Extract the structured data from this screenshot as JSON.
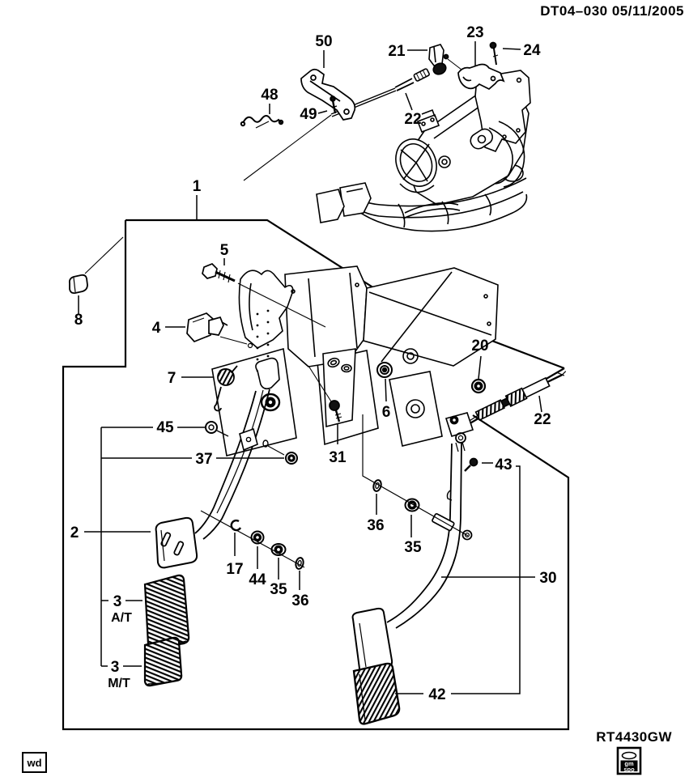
{
  "header": {
    "code_date": "DT04–030 05/11/2005"
  },
  "footer": {
    "sheet_code": "RT4430GW",
    "stamp_wd": "wd",
    "logo_line1": "gm",
    "logo_line2": "spo"
  },
  "callouts": {
    "l1": "1",
    "l2": "2",
    "l3_at": "3",
    "l3_at_note": "A/T",
    "l3_mt": "3",
    "l3_mt_note": "M/T",
    "l4": "4",
    "l5": "5",
    "l6": "6",
    "l7": "7",
    "l8": "8",
    "l17": "17",
    "l20": "20",
    "l21": "21",
    "l22_top": "22",
    "l22_side": "22",
    "l23": "23",
    "l24": "24",
    "l30": "30",
    "l31": "31",
    "l35_left": "35",
    "l35_right": "35",
    "l36_left": "36",
    "l36_right": "36",
    "l37": "37",
    "l42": "42",
    "l43": "43",
    "l44": "44",
    "l45": "45",
    "l48": "48",
    "l49": "49",
    "l50": "50"
  },
  "colors": {
    "ink": "#000000",
    "paper": "#ffffff"
  }
}
